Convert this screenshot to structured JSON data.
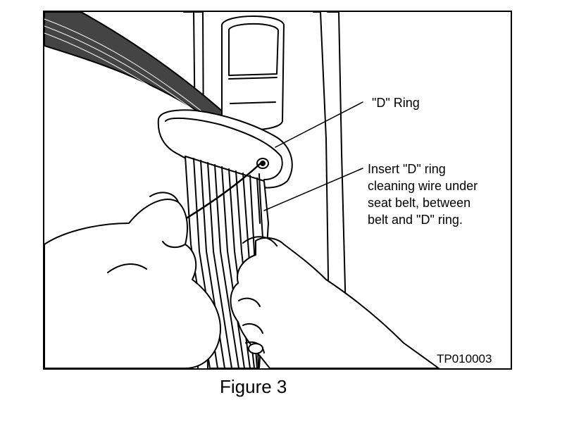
{
  "figure": {
    "caption": "Figure 3",
    "code": "TP010003",
    "callouts": {
      "d_ring": "\"D\" Ring",
      "insert_instruction": [
        "Insert \"D\" ring",
        "cleaning wire under",
        "seat belt, between",
        "belt and \"D\" ring."
      ]
    }
  },
  "icons": [
    "d-ring-bracket",
    "seat-belt-webbing",
    "cleaning-wire",
    "left-hand",
    "right-hand"
  ],
  "colors": {
    "ink": "#000000",
    "paper": "#ffffff"
  }
}
